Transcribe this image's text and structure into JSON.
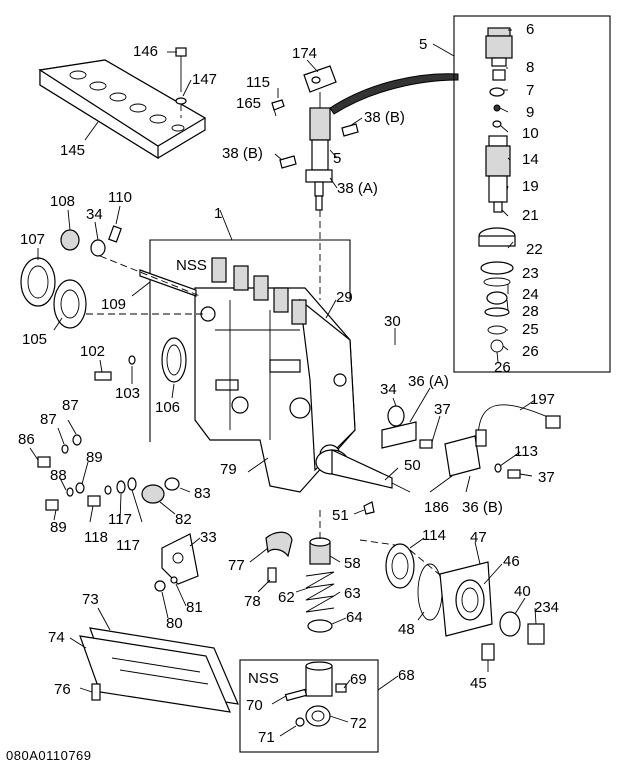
{
  "diagram_code": "080A0110769",
  "callouts": {
    "c146": "146",
    "c147": "147",
    "c145": "145",
    "c174": "174",
    "c115": "115",
    "c165": "165",
    "c38b1": "38 (B)",
    "c38b2": "38 (B)",
    "c5a": "5",
    "c38a": "38 (A)",
    "c5": "5",
    "c6": "6",
    "c8": "8",
    "c7": "7",
    "c9": "9",
    "c10": "10",
    "c14": "14",
    "c19": "19",
    "c21": "21",
    "c22": "22",
    "c23": "23",
    "c24": "24",
    "c28": "28",
    "c25": "25",
    "c26a": "26",
    "c26b": "26",
    "c108": "108",
    "c34a": "34",
    "c110": "110",
    "c107": "107",
    "c1": "1",
    "cNSS1": "NSS",
    "c105": "105",
    "c109": "109",
    "c29": "29",
    "c30": "30",
    "c102": "102",
    "c103": "103",
    "c106": "106",
    "c34b": "34",
    "c36a": "36 (A)",
    "c197": "197",
    "c87a": "87",
    "c87b": "87",
    "c86": "86",
    "c37a": "37",
    "c113": "113",
    "c37b": "37",
    "c88": "88",
    "c89a": "89",
    "c79": "79",
    "c50": "50",
    "c89b": "89",
    "c83": "83",
    "c186": "186",
    "c36b": "36 (B)",
    "c118": "118",
    "c117a": "117",
    "c117b": "117",
    "c82": "82",
    "c51": "51",
    "c114": "114",
    "c47": "47",
    "c33": "33",
    "c77": "77",
    "c58": "58",
    "c46": "46",
    "c78": "78",
    "c62": "62",
    "c63": "63",
    "c40": "40",
    "c234": "234",
    "c81": "81",
    "c80": "80",
    "c73": "73",
    "c64": "64",
    "c48": "48",
    "c74": "74",
    "c45": "45",
    "cNSS2": "NSS",
    "c69": "69",
    "c68": "68",
    "c76": "76",
    "c70": "70",
    "c72": "72",
    "c71": "71"
  }
}
